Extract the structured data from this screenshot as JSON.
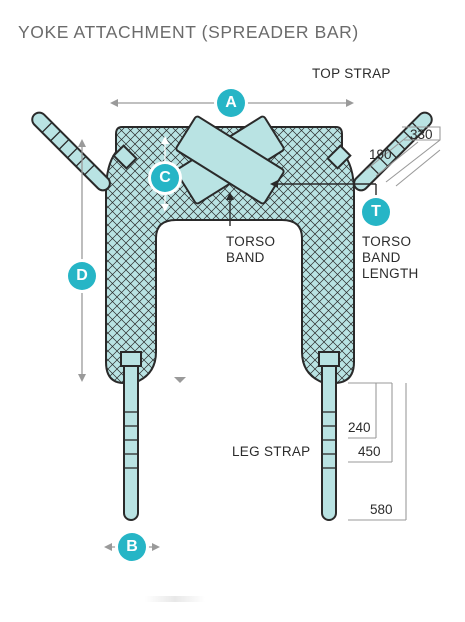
{
  "title": "YOKE ATTACHMENT (SPREADER BAR)",
  "labels": {
    "top_strap": "TOP STRAP",
    "torso_band_line1": "TORSO",
    "torso_band_line2": "BAND",
    "torso_band_length_line1": "TORSO",
    "torso_band_length_line2": "BAND",
    "torso_band_length_line3": "LENGTH",
    "leg_strap": "LEG STRAP"
  },
  "badges": {
    "a": "A",
    "b": "B",
    "c": "C",
    "d": "D",
    "t": "T"
  },
  "top_strap_sizes": [
    "330",
    "190"
  ],
  "leg_strap_sizes": [
    "240",
    "450",
    "580"
  ],
  "colors": {
    "fill": "#b9e3e3",
    "stroke": "#2a2a2a",
    "badge": "#26b5c6",
    "dim_line": "#9a9a9a"
  }
}
